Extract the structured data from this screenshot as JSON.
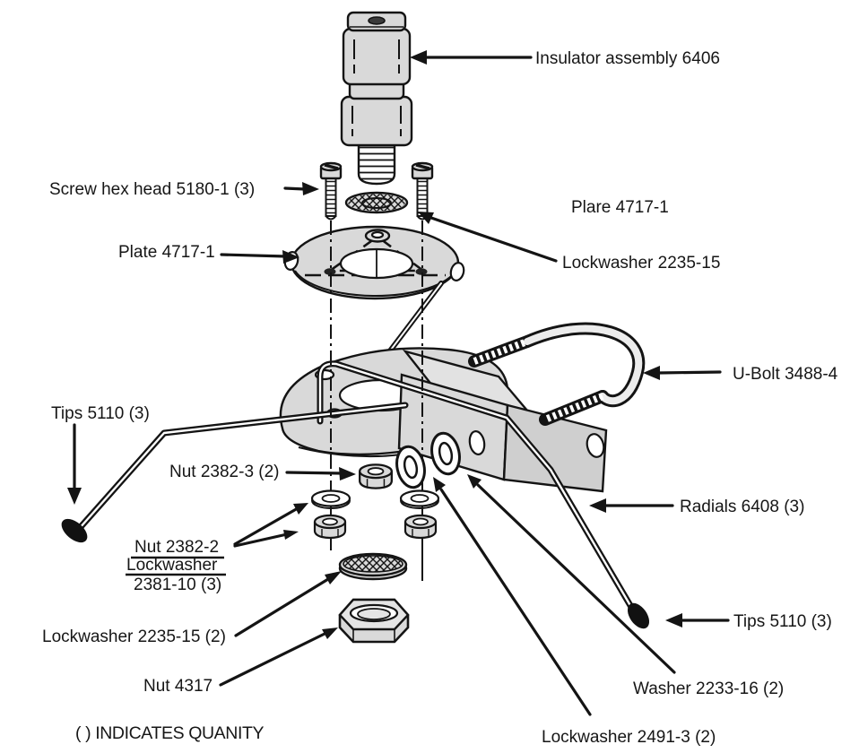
{
  "note": "( ) INDICATES QUANITY",
  "colors": {
    "background": "#ffffff",
    "part_fill": "#d9d9d9",
    "line": "#141414",
    "radial_tip": "#111111"
  },
  "labels": {
    "insulator": "Insulator assembly 6406",
    "screw_hex_head": "Screw hex head 5180-1 (3)",
    "plare": "Plare 4717-1",
    "plate": "Plate 4717-1",
    "lockwasher_2235_15": "Lockwasher 2235-15",
    "u_bolt": "U-Bolt 3488-4",
    "tips_left": "Tips 5110 (3)",
    "nut_2382_3": "Nut 2382-3 (2)",
    "radials": "Radials 6408 (3)",
    "nut_2382_2_line1": "Nut 2382-2",
    "nut_2382_2_line2": "Lockwasher",
    "nut_2382_2_line3": "2381-10 (3)",
    "lockwasher_2235_15_2": "Lockwasher 2235-15 (2)",
    "nut_4317": "Nut 4317",
    "tips_right": "Tips 5110 (3)",
    "washer_2233_16": "Washer 2233-16 (2)",
    "lockwasher_2491_3": "Lockwasher 2491-3 (2)"
  }
}
